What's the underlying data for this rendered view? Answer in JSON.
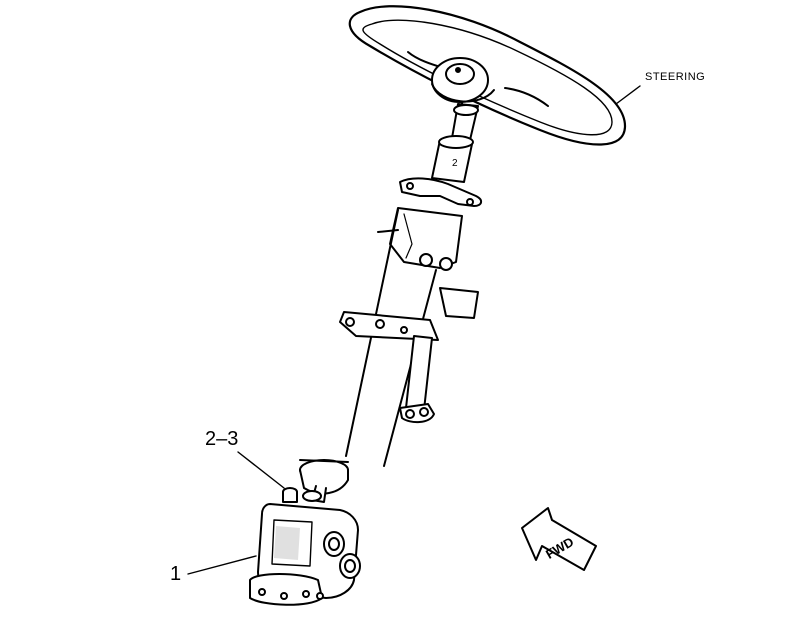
{
  "callouts": {
    "steering": "STEERING",
    "item_2_3": "2–3",
    "item_1": "1"
  },
  "arrow": {
    "label": "FWD"
  },
  "icons": [
    "steering-wheel",
    "steering-column",
    "steering-pump",
    "forward-arrow"
  ],
  "colors": {
    "line": "#000000",
    "background": "#ffffff"
  }
}
